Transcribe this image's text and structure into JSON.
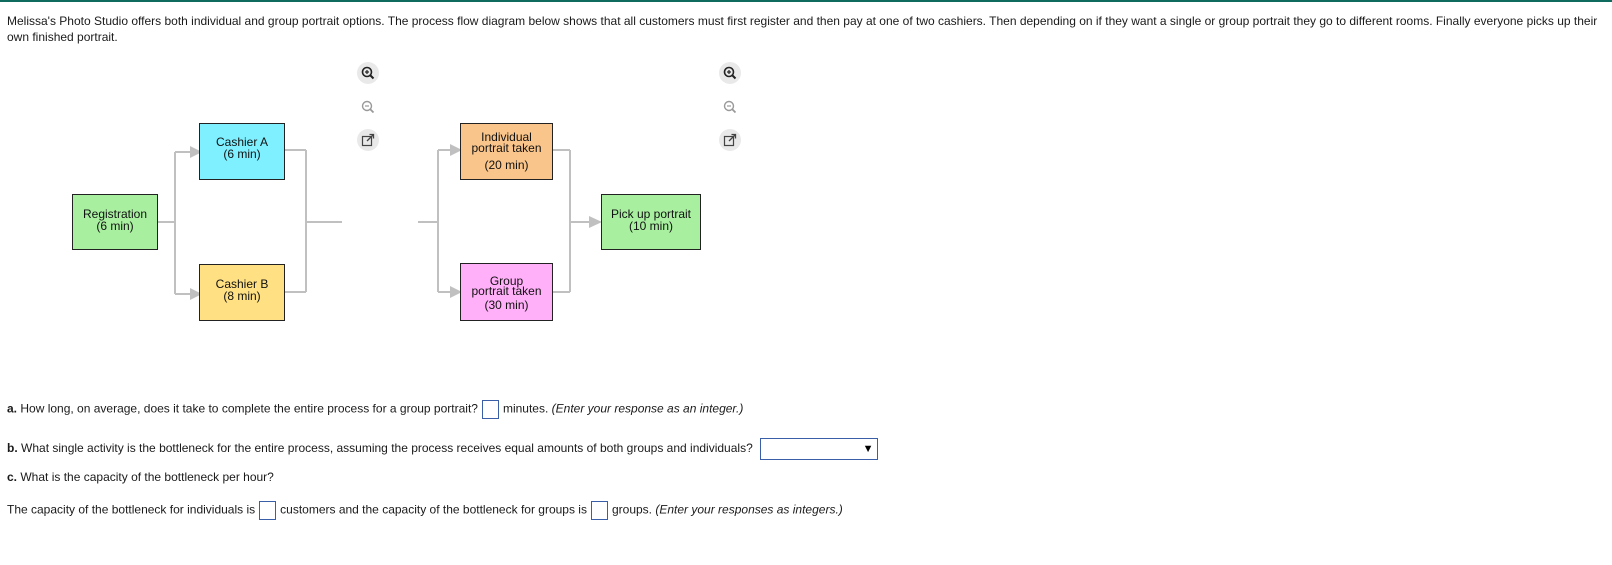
{
  "intro": "Melissa's Photo Studio offers both individual and group portrait options. The process flow diagram below shows that all customers must first register and then pay at one of two cashiers. Then depending on if they want a single or group portrait they go to different rooms. Finally everyone picks up their own finished portrait.",
  "diagram": {
    "registration": {
      "line1": "Registration",
      "line2": "(6 min)",
      "color": "#a8f0a0"
    },
    "cashier_a": {
      "line1": "Cashier A",
      "line2": "(6 min)",
      "color": "#7ff0ff"
    },
    "cashier_b": {
      "line1": "Cashier B",
      "line2": "(8 min)",
      "color": "#ffe082"
    },
    "individual": {
      "line1": "Individual",
      "line2": "portrait taken",
      "line3": "(20 min)",
      "color": "#f9c58a"
    },
    "group": {
      "line1": "Group",
      "line2": "portrait taken",
      "line3": "(30 min)",
      "color": "#ffb0f8"
    },
    "pickup": {
      "line1": "Pick up portrait",
      "line2": "(10 min)",
      "color": "#a8f0a0"
    },
    "connector_color": "#c0c0c0",
    "icons": [
      "zoom-in-icon",
      "zoom-out-icon",
      "open-external-icon"
    ]
  },
  "questions": {
    "a": {
      "label": "a.",
      "text": "How long, on average, does it take to complete the entire process for a group portrait?",
      "suffix": "minutes.",
      "hint": "(Enter your response as an integer.)",
      "value": ""
    },
    "b": {
      "label": "b.",
      "text": "What single activity is the bottleneck for the entire process, assuming the process receives equal amounts of both groups and individuals?",
      "selected": ""
    },
    "c": {
      "label": "c.",
      "text": "What is the capacity of the bottleneck per hour?"
    },
    "c_answer": {
      "text1": "The capacity of the bottleneck for individuals is",
      "text2": "customers and the capacity of the bottleneck for groups is",
      "text3": "groups.",
      "hint": "(Enter your responses as integers.)",
      "value_individuals": "",
      "value_groups": ""
    }
  }
}
